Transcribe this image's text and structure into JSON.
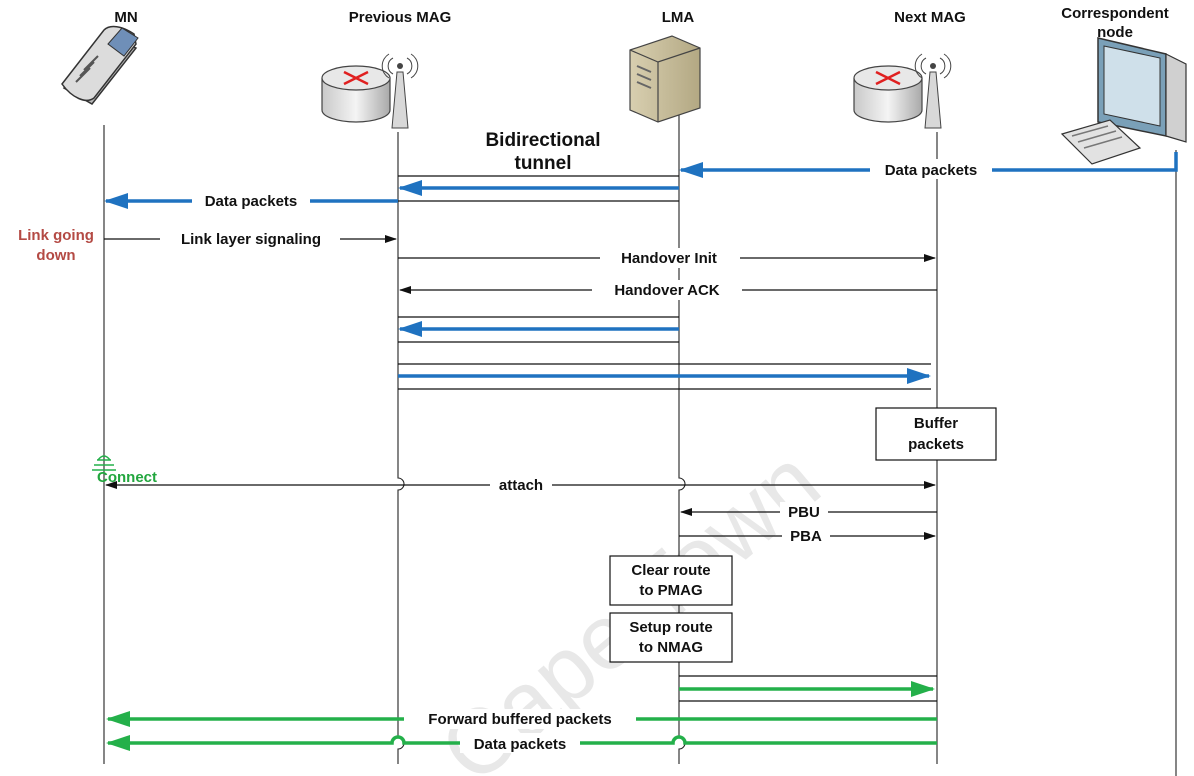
{
  "entities": {
    "mn": "MN",
    "previous_mag": "Previous MAG",
    "lma": "LMA",
    "next_mag": "Next MAG",
    "correspondent_line1": "Correspondent",
    "correspondent_line2": "node"
  },
  "labels": {
    "tunnel_line1": "Bidirectional",
    "tunnel_line2": "tunnel",
    "data_packets_cn": "Data packets",
    "data_packets_mn": "Data packets",
    "link_going_line1": "Link going",
    "link_going_line2": "down",
    "link_layer_signaling": "Link layer signaling",
    "handover_init": "Handover Init",
    "handover_ack": "Handover ACK",
    "connect": "Connect",
    "attach": "attach",
    "pbu": "PBU",
    "pba": "PBA",
    "forward_buffered": "Forward buffered packets",
    "data_packets_final": "Data packets"
  },
  "boxes": {
    "buffer_line1": "Buffer",
    "buffer_line2": "packets",
    "clear_line1": "Clear route",
    "clear_line2": "to PMAG",
    "setup_line1": "Setup route",
    "setup_line2": "to NMAG"
  },
  "watermark": "Cape Town",
  "colors": {
    "blue_flow": "#1f72c0",
    "green_flow": "#24b04a",
    "link_going_down": "#b44a44",
    "router_arrows": "#e02020"
  },
  "icons": [
    "mobile-phone-icon",
    "router-icon",
    "server-icon",
    "router-icon",
    "desktop-computer-icon",
    "signal-icon"
  ]
}
